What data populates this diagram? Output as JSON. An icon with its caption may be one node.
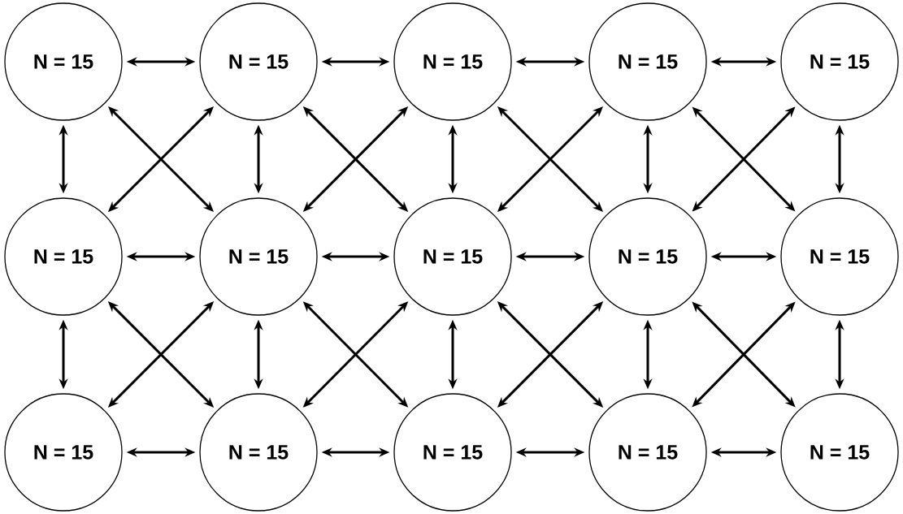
{
  "diagram": {
    "nodes": [
      {
        "text": [
          "N = 15"
        ]
      },
      {
        "text": [
          "N = 15"
        ]
      },
      {
        "text": [
          "N = 15"
        ]
      },
      {
        "text": [
          "N = 15"
        ]
      },
      {
        "text": [
          "N = 15"
        ]
      },
      {
        "text": [
          "N = 15"
        ]
      },
      {
        "text": [
          "N = 15"
        ]
      },
      {
        "text": [
          "N = 15"
        ]
      },
      {
        "text": [
          "N = 15"
        ]
      },
      {
        "text": [
          "N = 15"
        ]
      },
      {
        "text": [
          "N = 15"
        ]
      },
      {
        "text": [
          "N = 15"
        ]
      },
      {
        "text": [
          "N = 15"
        ]
      },
      {
        "text": [
          "N = 15"
        ]
      },
      {
        "text": [
          "N = 15"
        ]
      }
    ],
    "edges": [
      {
        "from": 0,
        "to": 1,
        "arrow": "both"
      },
      {
        "from": 1,
        "to": 2,
        "arrow": "both"
      },
      {
        "from": 2,
        "to": 3,
        "arrow": "both"
      },
      {
        "from": 3,
        "to": 4,
        "arrow": "both"
      },
      {
        "from": 0,
        "to": 5,
        "arrow": "both"
      },
      {
        "from": 0,
        "to": 6,
        "arrow": "both"
      },
      {
        "from": 1,
        "to": 5,
        "arrow": "both"
      },
      {
        "from": 1,
        "to": 6,
        "arrow": "both"
      },
      {
        "from": 1,
        "to": 7,
        "arrow": "both"
      },
      {
        "from": 2,
        "to": 6,
        "arrow": "both"
      },
      {
        "from": 2,
        "to": 7,
        "arrow": "both"
      },
      {
        "from": 2,
        "to": 8,
        "arrow": "both"
      },
      {
        "from": 3,
        "to": 7,
        "arrow": "both"
      },
      {
        "from": 3,
        "to": 8,
        "arrow": "both"
      },
      {
        "from": 3,
        "to": 9,
        "arrow": "both"
      },
      {
        "from": 4,
        "to": 8,
        "arrow": "both"
      },
      {
        "from": 4,
        "to": 9,
        "arrow": "both"
      },
      {
        "from": 5,
        "to": 6,
        "arrow": "both"
      },
      {
        "from": 6,
        "to": 7,
        "arrow": "both"
      },
      {
        "from": 7,
        "to": 8,
        "arrow": "both"
      },
      {
        "from": 8,
        "to": 9,
        "arrow": "both"
      },
      {
        "from": 5,
        "to": 10,
        "arrow": "both"
      },
      {
        "from": 5,
        "to": 11,
        "arrow": "both"
      },
      {
        "from": 6,
        "to": 10,
        "arrow": "both"
      },
      {
        "from": 6,
        "to": 11,
        "arrow": "both"
      },
      {
        "from": 6,
        "to": 12,
        "arrow": "both"
      },
      {
        "from": 7,
        "to": 11,
        "arrow": "both"
      },
      {
        "from": 7,
        "to": 12,
        "arrow": "both"
      },
      {
        "from": 7,
        "to": 13,
        "arrow": "both"
      },
      {
        "from": 8,
        "to": 12,
        "arrow": "both"
      },
      {
        "from": 8,
        "to": 13,
        "arrow": "both"
      },
      {
        "from": 8,
        "to": 14,
        "arrow": "both"
      },
      {
        "from": 9,
        "to": 13,
        "arrow": "both"
      },
      {
        "from": 9,
        "to": 14,
        "arrow": "both"
      },
      {
        "from": 10,
        "to": 11,
        "arrow": "both"
      },
      {
        "from": 11,
        "to": 12,
        "arrow": "both"
      },
      {
        "from": 12,
        "to": 13,
        "arrow": "both"
      },
      {
        "from": 13,
        "to": 14,
        "arrow": "both"
      }
    ]
  }
}
